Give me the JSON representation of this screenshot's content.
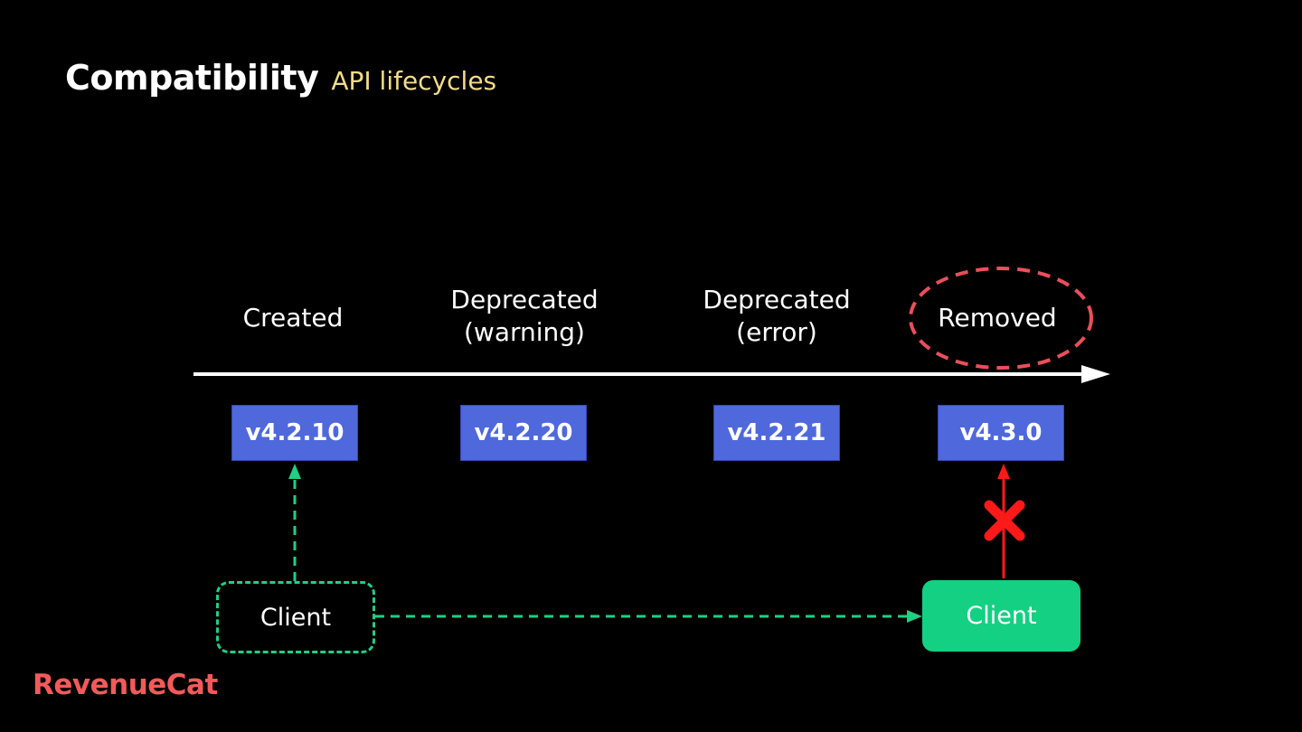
{
  "title": {
    "main": "Compatibility",
    "sub": "API lifecycles"
  },
  "stages": [
    {
      "label": "Created"
    },
    {
      "label": "Deprecated\n(warning)"
    },
    {
      "label": "Deprecated\n(error)"
    },
    {
      "label": "Removed"
    }
  ],
  "versions": [
    "v4.2.10",
    "v4.2.20",
    "v4.2.21",
    "v4.3.0"
  ],
  "clients": {
    "old": "Client",
    "new": "Client"
  },
  "logo": "RevenueCat",
  "colors": {
    "background": "#000000",
    "subtitle": "#f3dc8a",
    "version_box": "#4f68dc",
    "client_green": "#14d082",
    "dashed_green": "#1fcf82",
    "removed_ring": "#e8505b",
    "blocked_red": "#ff1a1a",
    "logo": "#f25a5a"
  }
}
